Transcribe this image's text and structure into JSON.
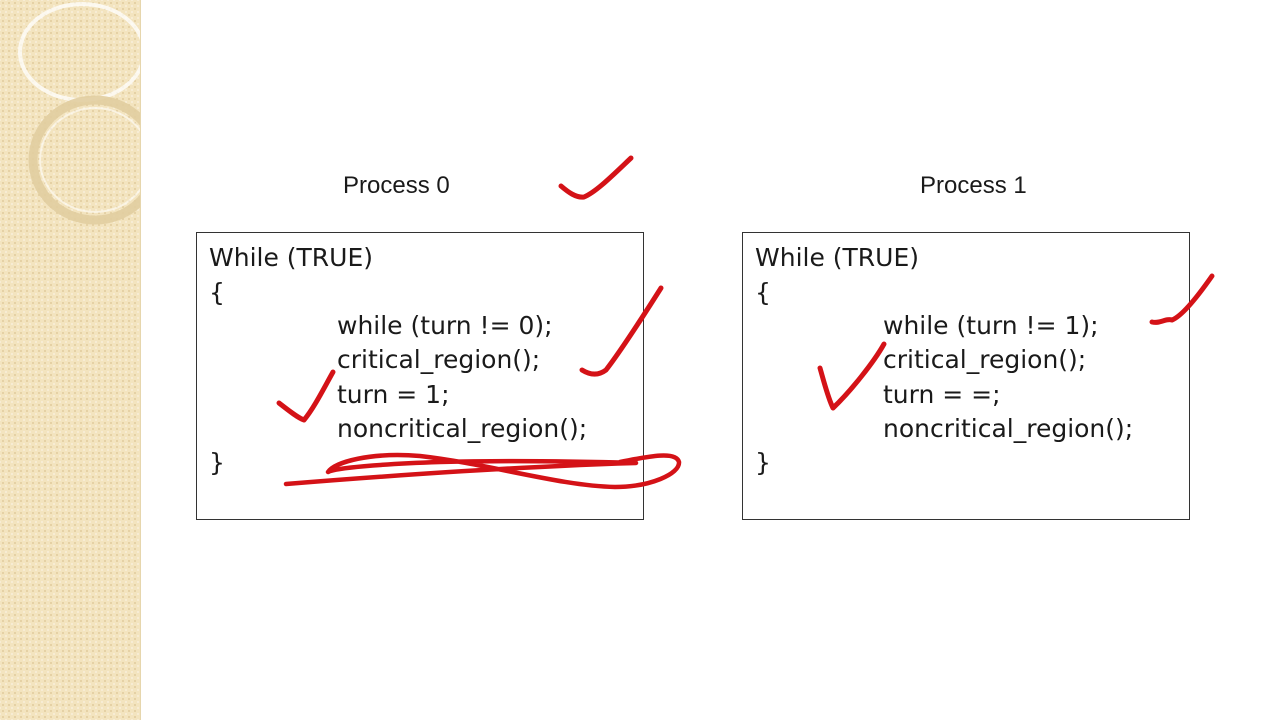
{
  "slide": {
    "process0": {
      "title": "Process 0",
      "lines": [
        "While (TRUE)",
        "{",
        "while (turn != 0);",
        "critical_region();",
        "turn = 1;",
        "noncritical_region();",
        "}"
      ]
    },
    "process1": {
      "title": "Process 1",
      "lines": [
        "While (TRUE)",
        "{",
        "while (turn != 1);",
        "critical_region();",
        "turn = =;",
        "noncritical_region();",
        "}"
      ]
    }
  },
  "colors": {
    "ink": "#d41217",
    "sidebar": "#f3e4bf",
    "text": "#1a1a1a"
  },
  "icons": {
    "annotations": [
      "checkmark-icon",
      "scribble-strikethrough-icon"
    ]
  }
}
